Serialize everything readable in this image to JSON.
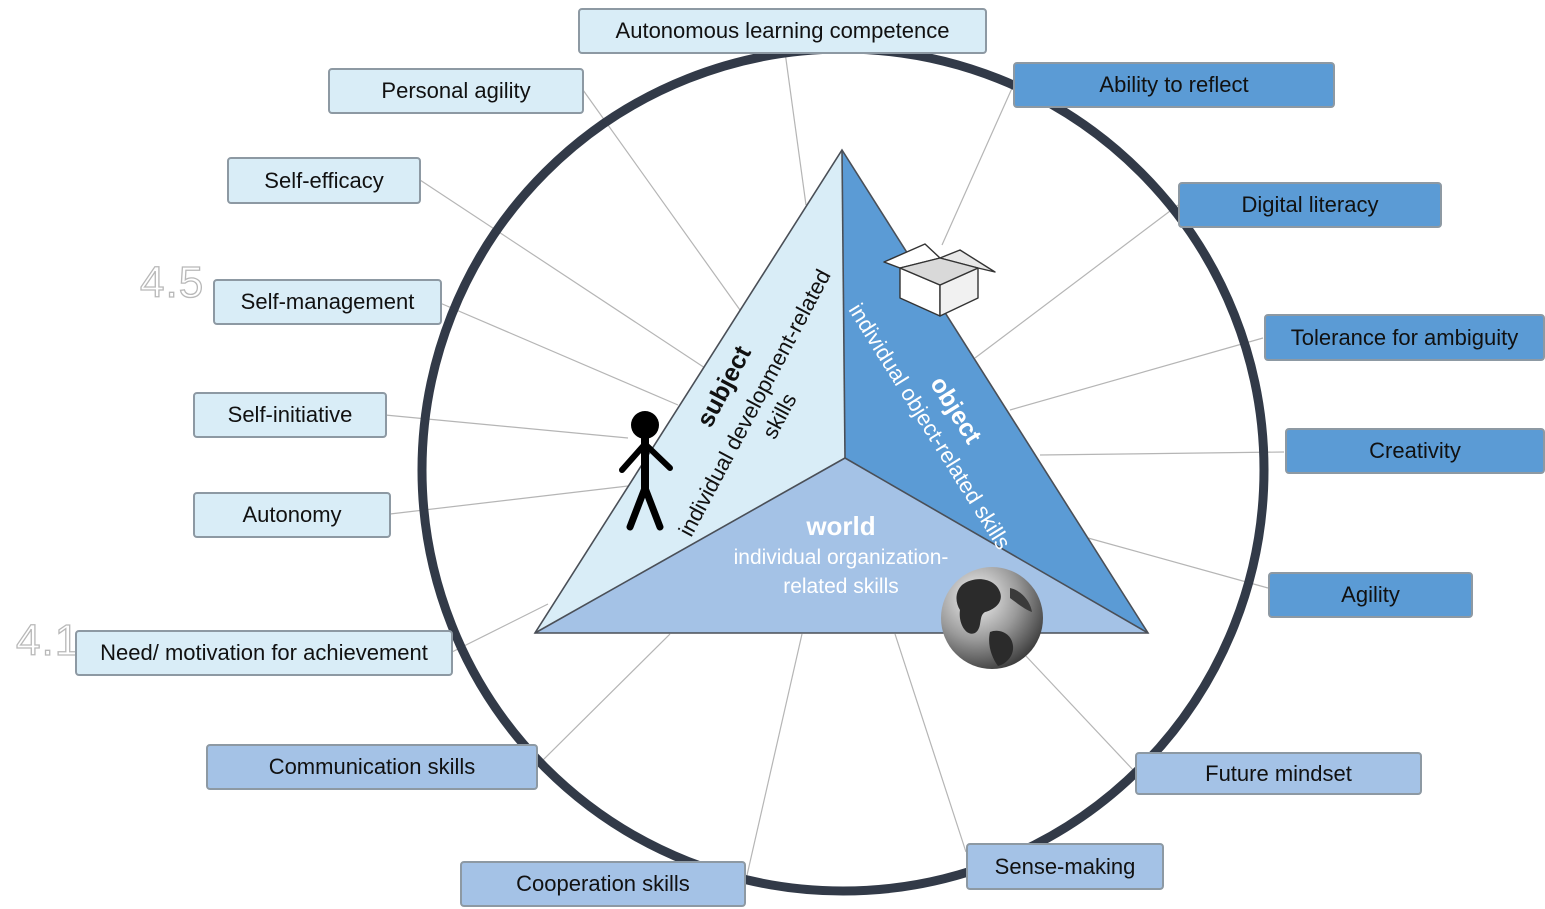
{
  "ghost_labels": {
    "upper": "4.5",
    "lower": "4.1"
  },
  "center": {
    "subject_title": "subject",
    "subject_line1": "individual development-related",
    "subject_line2": "skills",
    "object_title": "object",
    "object_line1": "individual object-related skills",
    "world_title": "world",
    "world_line1": "individual organization-",
    "world_line2": "related skills"
  },
  "skills": {
    "autonomous_learning": "Autonomous learning competence",
    "personal_agility": "Personal agility",
    "self_efficacy": "Self-efficacy",
    "self_management": "Self-management",
    "self_initiative": "Self-initiative",
    "autonomy": "Autonomy",
    "need_motivation": "Need/ motivation for achievement",
    "ability_to_reflect": "Ability to reflect",
    "digital_literacy": "Digital literacy",
    "tolerance_ambiguity": "Tolerance for ambiguity",
    "creativity": "Creativity",
    "agility": "Agility",
    "communication": "Communication skills",
    "cooperation": "Cooperation skills",
    "future_mindset": "Future mindset",
    "sense_making": "Sense-making"
  },
  "colors": {
    "subject": "#d9edf7",
    "object": "#5b9bd5",
    "world": "#a4c2e6",
    "ring": "#323a48",
    "connector": "#b5b5b5"
  },
  "icons": [
    "person-icon",
    "open-box-icon",
    "globe-icon"
  ]
}
